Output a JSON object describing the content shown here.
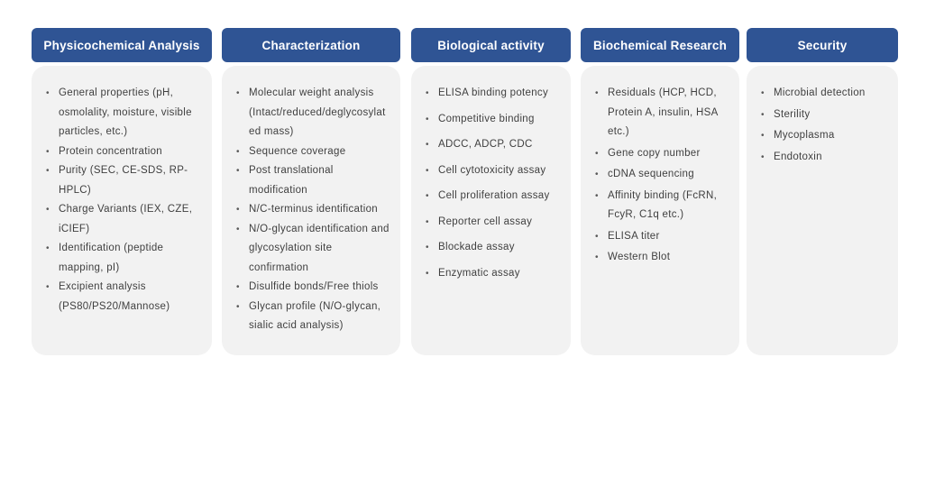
{
  "theme": {
    "header_bg": "#2f5494",
    "header_text": "#ffffff",
    "card_bg": "#f2f2f2",
    "text_color": "#3f3f3f",
    "bullet_color": "#595959"
  },
  "columns": [
    {
      "id": "physicochemical-analysis",
      "title": "Physicochemical Analysis",
      "items": [
        "General properties (pH, osmolality, moisture, visible particles, etc.)",
        "Protein concentration",
        "Purity (SEC,  CE-SDS, RP-HPLC)",
        "Charge Variants (IEX, CZE, iCIEF)",
        "Identification (peptide mapping, pI)",
        "Excipient analysis (PS80/PS20/Mannose)"
      ]
    },
    {
      "id": "characterization",
      "title": "Characterization",
      "items": [
        "Molecular weight analysis (Intact/reduced/deglycosylated mass)",
        "Sequence coverage",
        "Post translational modification",
        "N/C-terminus identification",
        "N/O-glycan identification and glycosylation site confirmation",
        "Disulfide bonds/Free thiols",
        "Glycan profile (N/O-glycan, sialic acid analysis)"
      ]
    },
    {
      "id": "biological-activity",
      "title": "Biological activity",
      "items": [
        "ELISA binding potency",
        "Competitive binding",
        "ADCC, ADCP, CDC",
        "Cell cytotoxicity assay",
        "Cell proliferation assay",
        "Reporter cell assay",
        "Blockade assay",
        "Enzymatic assay"
      ]
    },
    {
      "id": "biochemical-research",
      "title": "Biochemical Research",
      "items": [
        "Residuals (HCP, HCD, Protein A, insulin, HSA etc.)",
        "Gene copy number",
        "cDNA sequencing",
        "Affinity binding (FcRN, FcyR, C1q etc.)",
        "ELISA titer",
        "Western Blot"
      ]
    },
    {
      "id": "security",
      "title": "Security",
      "items": [
        "Microbial detection",
        "Sterility",
        "Mycoplasma",
        "Endotoxin"
      ]
    }
  ]
}
